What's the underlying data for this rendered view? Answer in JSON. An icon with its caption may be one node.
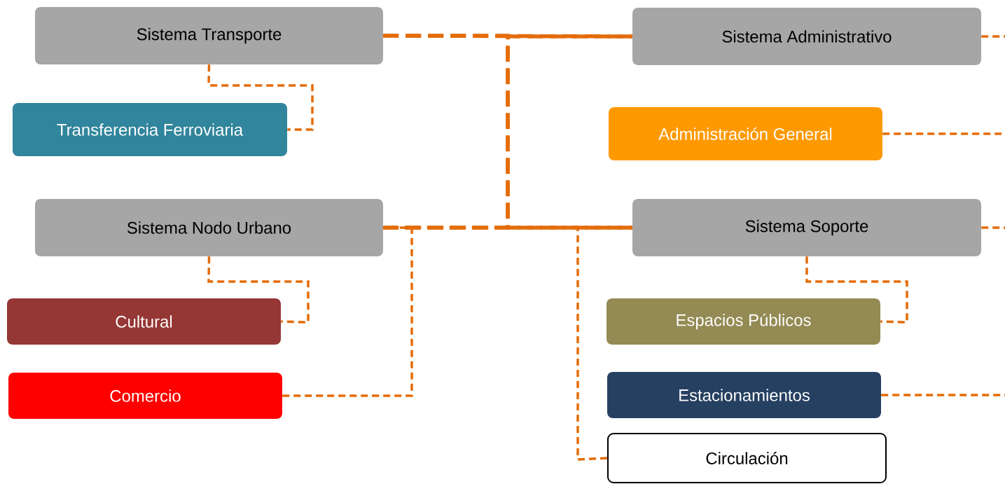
{
  "diagram": {
    "nodes": [
      {
        "text": [
          "Sistema Transporte"
        ]
      },
      {
        "text": [
          "Transferencia Ferroviaria"
        ]
      },
      {
        "text": [
          "Sistema Administrativo"
        ]
      },
      {
        "text": [
          "Administración General"
        ]
      },
      {
        "text": [
          "Sistema Nodo Urbano"
        ]
      },
      {
        "text": [
          "Cultural"
        ]
      },
      {
        "text": [
          "Comercio"
        ]
      },
      {
        "text": [
          "Sistema Soporte"
        ]
      },
      {
        "text": [
          "Espacios Públicos"
        ]
      },
      {
        "text": [
          "Estacionamientos"
        ]
      },
      {
        "text": [
          "Circulación"
        ]
      }
    ],
    "edges": [
      {
        "from": 0,
        "to": 2,
        "arrow": "none",
        "style": "dashed"
      },
      {
        "from": 4,
        "to": 7,
        "arrow": "none",
        "style": "dashed"
      },
      {
        "from": 0,
        "to": 7,
        "arrow": "none",
        "style": "dashed"
      },
      {
        "from": 2,
        "to": 4,
        "arrow": "none",
        "style": "dashed"
      },
      {
        "from": 0,
        "to": 1,
        "arrow": "none",
        "style": "dashed"
      },
      {
        "from": 4,
        "to": 5,
        "arrow": "none",
        "style": "dashed"
      },
      {
        "from": 6,
        "to": 4,
        "arrow": "none",
        "style": "dashed"
      },
      {
        "from": 7,
        "to": 8,
        "arrow": "none",
        "style": "dashed"
      },
      {
        "from": 10,
        "to": 7,
        "arrow": "none",
        "style": "dashed"
      },
      {
        "from": 2,
        "to": null,
        "arrow": "none",
        "style": "dashed"
      },
      {
        "from": 3,
        "to": null,
        "arrow": "none",
        "style": "dashed"
      },
      {
        "from": 7,
        "to": null,
        "arrow": "none",
        "style": "dashed"
      },
      {
        "from": 9,
        "to": null,
        "arrow": "none",
        "style": "dashed"
      }
    ]
  }
}
